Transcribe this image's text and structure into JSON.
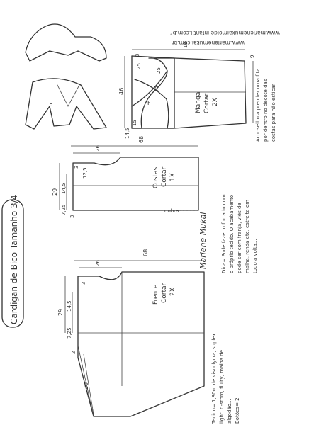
{
  "title": "Cardigan de Bico Tamanho 3/4",
  "website": "www.marlenemukai.com.br",
  "website_alt": "www.marlenemukaimolde infantil.com.br",
  "front": {
    "piece_name": "Frente",
    "cut_label": "Cortar",
    "cut_qty": "2X",
    "dim_length": "68",
    "dim_top": "26",
    "dim_shoulder_depth": "3",
    "dim_armhole": "29",
    "dim_shoulder_width": "14,5",
    "dim_underarm": "7,25",
    "dim_hem": "2",
    "dim_side": "29"
  },
  "back": {
    "piece_name": "Costas",
    "cut_label": "Cortar",
    "cut_qty": "1X",
    "dim_length": "68",
    "dim_top": "26",
    "dim_neck": "12,5",
    "dim_shoulder_depth": "3",
    "dim_armhole": "29",
    "dim_shoulder_width": "14,5",
    "dim_underarm": "7,25",
    "dim_hem": "3",
    "fold_label": "dobra"
  },
  "sleeve": {
    "piece_name": "Manga",
    "cut_label": "Cortar",
    "cut_qty": "2X",
    "dim_length": "46",
    "dim_width": "19",
    "dim_cap_top": "3",
    "dim_cap_a": "25",
    "dim_cap_b": "25",
    "dim_cuff_a": "15",
    "dim_cuff_b": "14,5",
    "dim_bottom": "9",
    "mark_f": "F",
    "mark_c": "C"
  },
  "fabric_text": "Tecido= 1,80m de viscolycra, suplex light, ti-stom, fluity, malha de algodão...",
  "buttons_text": "Botões= 2",
  "tip_text": "Dica= Pode fazer o forrado com o próprio tecido. O acabamento pode ser com franja, viés de malha, renda etc, estreita em todo a volta...",
  "advice_text": "Aconselho a prender uma fita por dentro no decote das costas para não esticar",
  "signature": "Marlene Mukai",
  "colors": {
    "ink": "#333333",
    "paper": "#ffffff"
  }
}
